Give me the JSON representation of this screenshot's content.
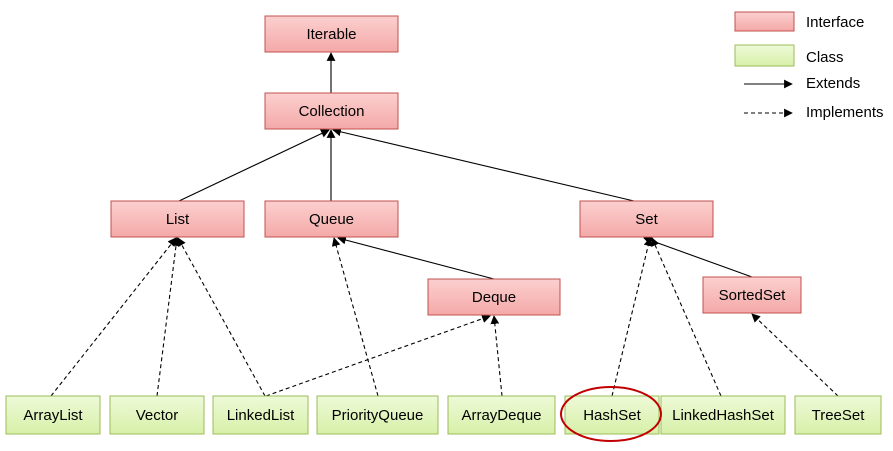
{
  "colors": {
    "interface_fill": "#f4a9a8",
    "interface_border": "#c0504d",
    "class_fill": "#d7f0a8",
    "class_border": "#9bbb59",
    "highlight": "#c00000"
  },
  "nodes": {
    "iterable": {
      "label": "Iterable",
      "kind": "interface"
    },
    "collection": {
      "label": "Collection",
      "kind": "interface"
    },
    "list": {
      "label": "List",
      "kind": "interface"
    },
    "queue": {
      "label": "Queue",
      "kind": "interface"
    },
    "set": {
      "label": "Set",
      "kind": "interface"
    },
    "deque": {
      "label": "Deque",
      "kind": "interface"
    },
    "sortedset": {
      "label": "SortedSet",
      "kind": "interface"
    },
    "arraylist": {
      "label": "ArrayList",
      "kind": "class"
    },
    "vector": {
      "label": "Vector",
      "kind": "class"
    },
    "linkedlist": {
      "label": "LinkedList",
      "kind": "class"
    },
    "priorityqueue": {
      "label": "PriorityQueue",
      "kind": "class"
    },
    "arraydeque": {
      "label": "ArrayDeque",
      "kind": "class"
    },
    "hashset": {
      "label": "HashSet",
      "kind": "class"
    },
    "linkedhashset": {
      "label": "LinkedHashSet",
      "kind": "class"
    },
    "treeset": {
      "label": "TreeSet",
      "kind": "class"
    }
  },
  "edges": [
    {
      "from": "collection",
      "to": "iterable",
      "type": "extends"
    },
    {
      "from": "list",
      "to": "collection",
      "type": "extends"
    },
    {
      "from": "queue",
      "to": "collection",
      "type": "extends"
    },
    {
      "from": "set",
      "to": "collection",
      "type": "extends"
    },
    {
      "from": "deque",
      "to": "queue",
      "type": "extends"
    },
    {
      "from": "sortedset",
      "to": "set",
      "type": "extends"
    },
    {
      "from": "arraylist",
      "to": "list",
      "type": "implements"
    },
    {
      "from": "vector",
      "to": "list",
      "type": "implements"
    },
    {
      "from": "linkedlist",
      "to": "list",
      "type": "implements"
    },
    {
      "from": "linkedlist",
      "to": "deque",
      "type": "implements"
    },
    {
      "from": "priorityqueue",
      "to": "queue",
      "type": "implements"
    },
    {
      "from": "arraydeque",
      "to": "deque",
      "type": "implements"
    },
    {
      "from": "hashset",
      "to": "set",
      "type": "implements"
    },
    {
      "from": "linkedhashset",
      "to": "set",
      "type": "implements"
    },
    {
      "from": "treeset",
      "to": "sortedset",
      "type": "implements"
    }
  ],
  "highlighted_node": "hashset",
  "legend": {
    "interface": "Interface",
    "class": "Class",
    "extends": "Extends",
    "implements": "Implements"
  }
}
